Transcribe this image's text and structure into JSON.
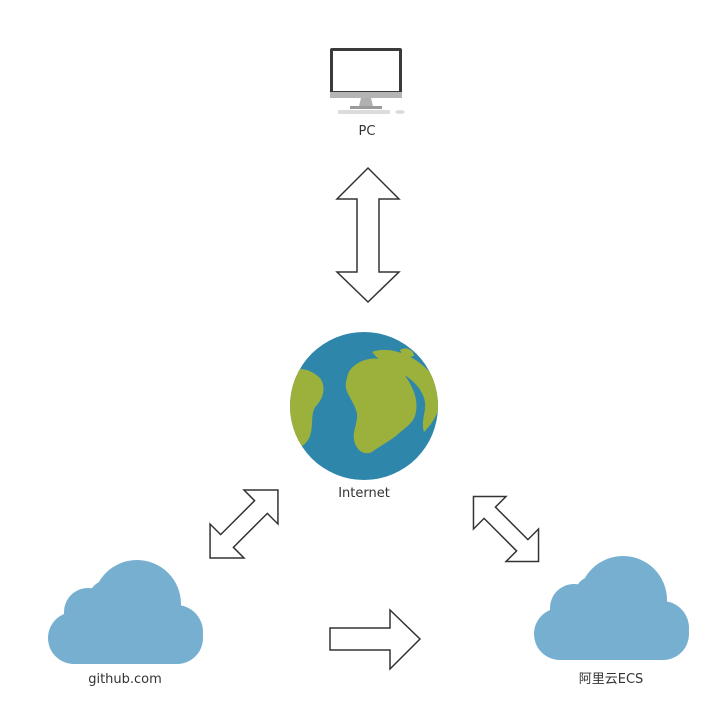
{
  "nodes": {
    "pc": {
      "label": "PC",
      "icon": "desktop-computer-icon"
    },
    "internet": {
      "label": "Internet",
      "icon": "globe-icon"
    },
    "github": {
      "label": "github.com",
      "icon": "cloud-icon"
    },
    "aliyun": {
      "label": "阿里云ECS",
      "icon": "cloud-icon"
    }
  },
  "connections": [
    {
      "from": "pc",
      "to": "internet",
      "direction": "bidirectional"
    },
    {
      "from": "internet",
      "to": "github",
      "direction": "bidirectional"
    },
    {
      "from": "internet",
      "to": "aliyun",
      "direction": "bidirectional"
    },
    {
      "from": "github",
      "to": "aliyun",
      "direction": "one-way"
    }
  ],
  "colors": {
    "ocean": "#2e86ab",
    "land": "#9cb03c",
    "cloud": "#76afcf",
    "arrow_stroke": "#333333",
    "arrow_fill": "#ffffff",
    "monitor_frame": "#3a3a3a",
    "monitor_stand": "#b0b0b0"
  }
}
